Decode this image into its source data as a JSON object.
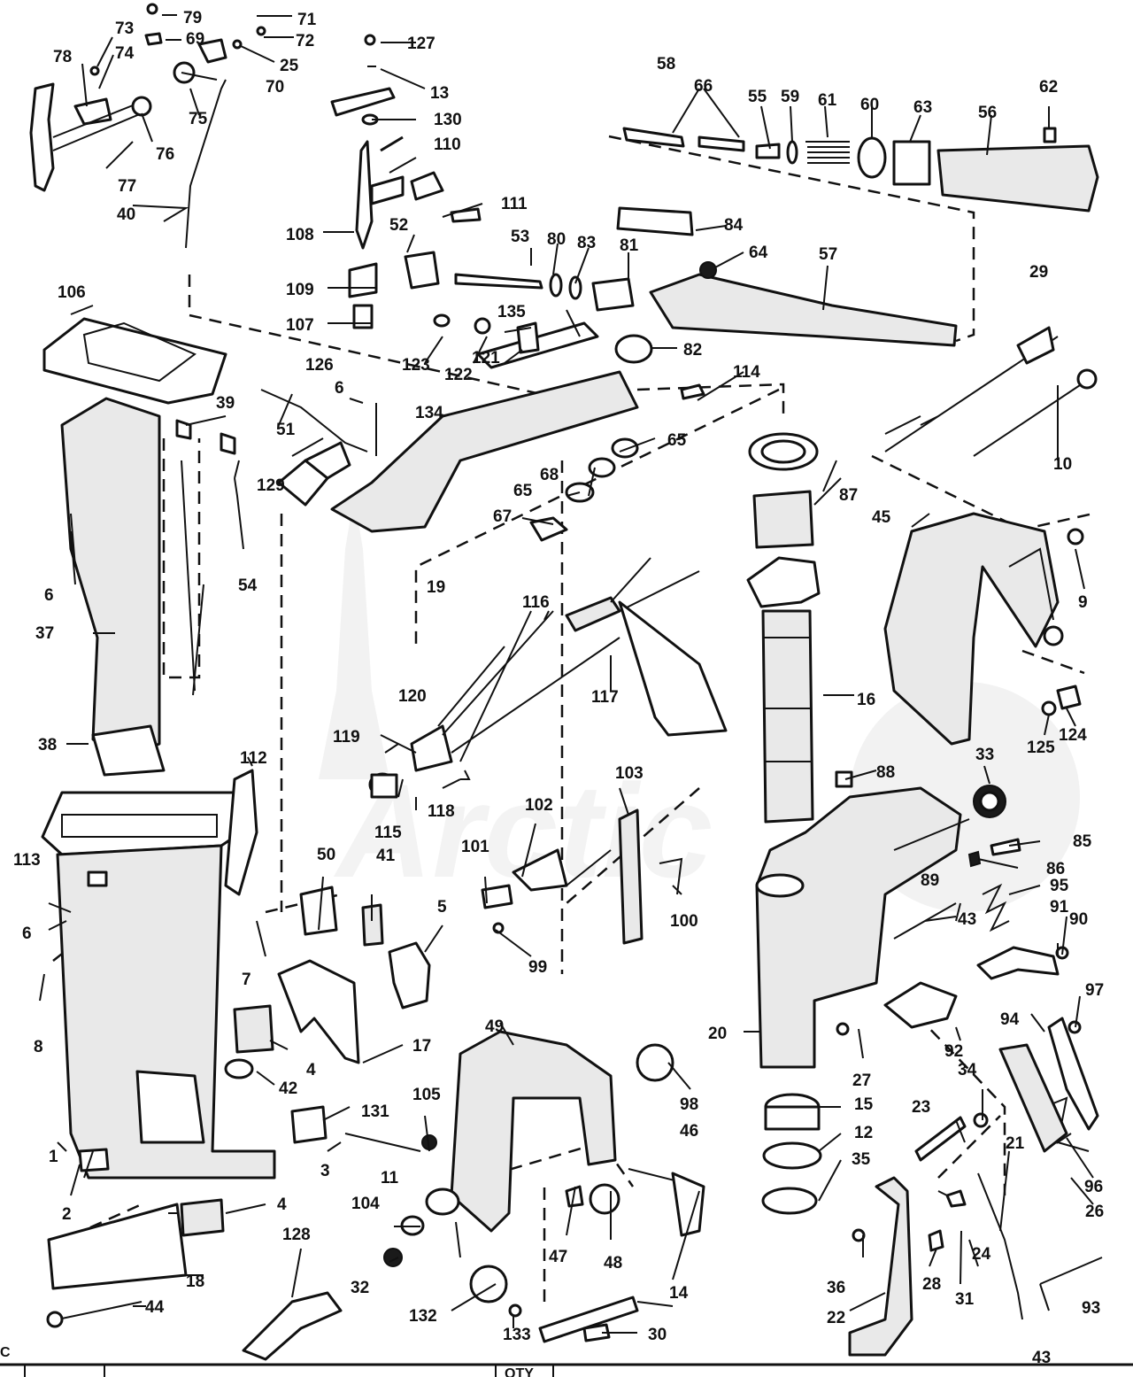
{
  "diagram": {
    "watermark_text": "Arctic",
    "footer_letter": "C",
    "footer_column_label": "QTY",
    "callouts": [
      "1",
      "2",
      "3",
      "4",
      "4",
      "5",
      "6",
      "6",
      "6",
      "7",
      "8",
      "9",
      "10",
      "11",
      "12",
      "13",
      "14",
      "15",
      "16",
      "17",
      "18",
      "19",
      "20",
      "21",
      "22",
      "23",
      "24",
      "25",
      "26",
      "27",
      "28",
      "29",
      "30",
      "31",
      "32",
      "33",
      "34",
      "35",
      "36",
      "37",
      "38",
      "39",
      "40",
      "41",
      "42",
      "43",
      "43",
      "44",
      "45",
      "46",
      "47",
      "48",
      "49",
      "50",
      "51",
      "52",
      "53",
      "54",
      "55",
      "56",
      "57",
      "58",
      "59",
      "60",
      "61",
      "62",
      "63",
      "64",
      "65",
      "65",
      "66",
      "67",
      "68",
      "69",
      "70",
      "71",
      "72",
      "73",
      "74",
      "75",
      "76",
      "77",
      "78",
      "79",
      "80",
      "81",
      "82",
      "83",
      "84",
      "85",
      "86",
      "87",
      "88",
      "89",
      "90",
      "91",
      "92",
      "93",
      "94",
      "95",
      "96",
      "97",
      "98",
      "99",
      "100",
      "101",
      "102",
      "103",
      "104",
      "105",
      "106",
      "107",
      "108",
      "109",
      "110",
      "111",
      "112",
      "113",
      "114",
      "115",
      "116",
      "117",
      "118",
      "119",
      "120",
      "121",
      "122",
      "123",
      "124",
      "125",
      "126",
      "127",
      "128",
      "129",
      "130",
      "131",
      "132",
      "133",
      "134",
      "135"
    ]
  }
}
